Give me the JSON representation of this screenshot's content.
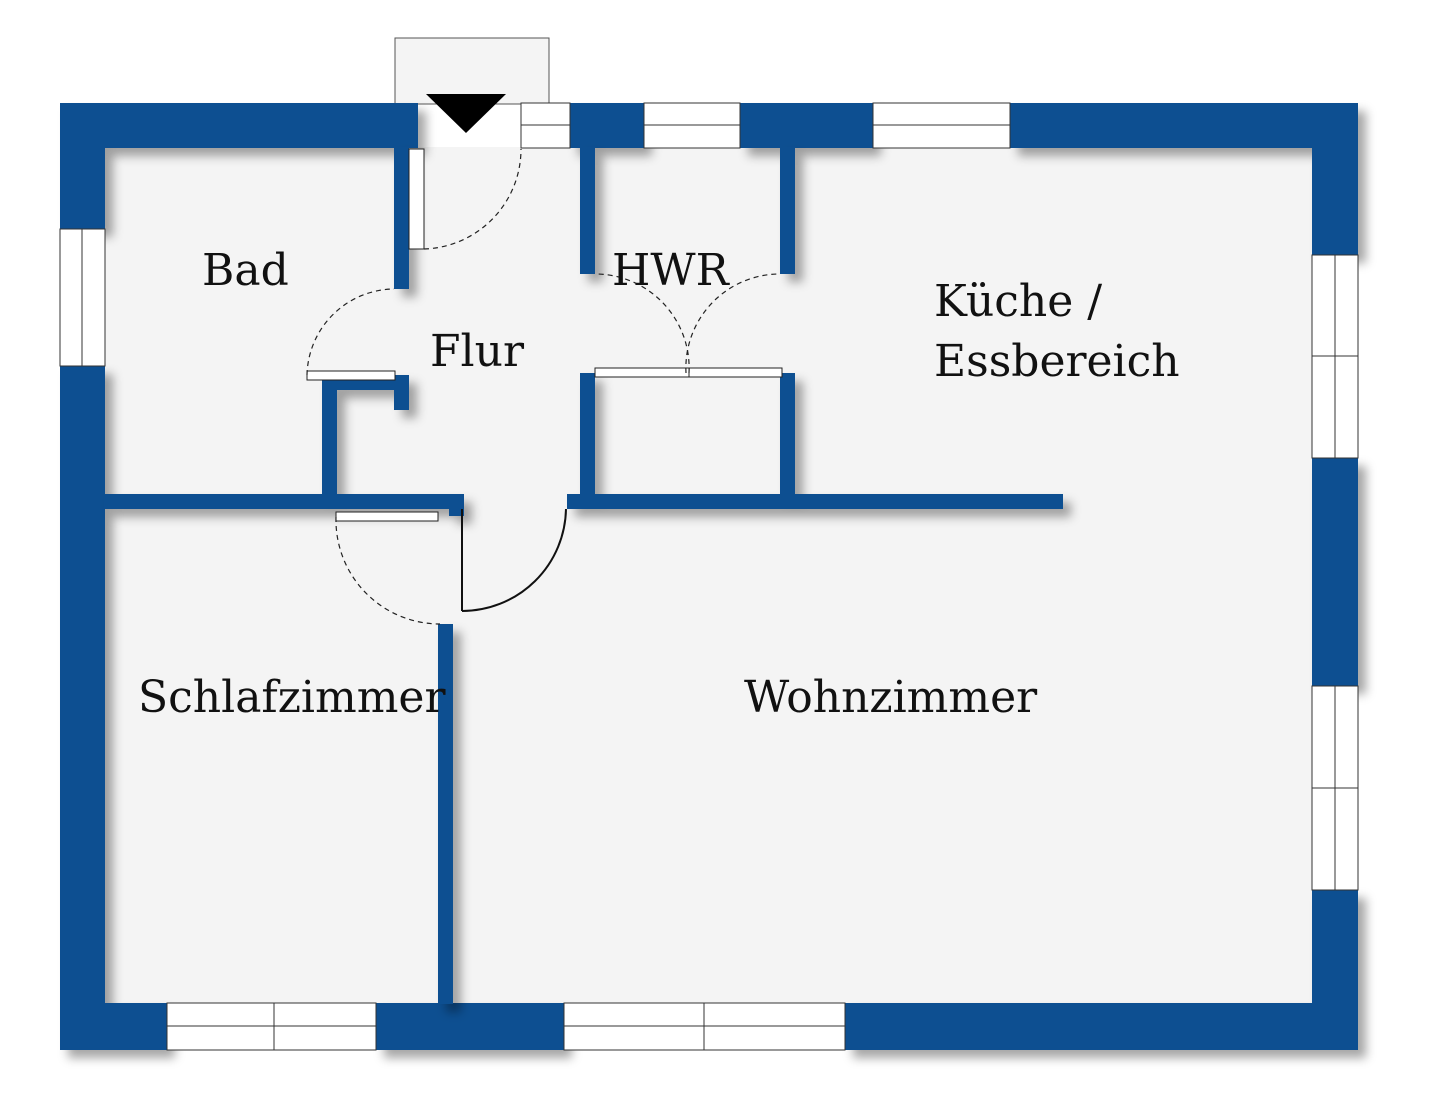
{
  "colors": {
    "wall": "#0b4f91",
    "floor": "#f4f4f4",
    "window": "#ffffff"
  },
  "rooms": {
    "bad": "Bad",
    "flur": "Flur",
    "hwr": "HWR",
    "kueche_line1": "Küche /",
    "kueche_line2": "Essbereich",
    "schlafzimmer": "Schlafzimmer",
    "wohnzimmer": "Wohnzimmer"
  },
  "entrance_icon": "entrance-triangle-icon"
}
